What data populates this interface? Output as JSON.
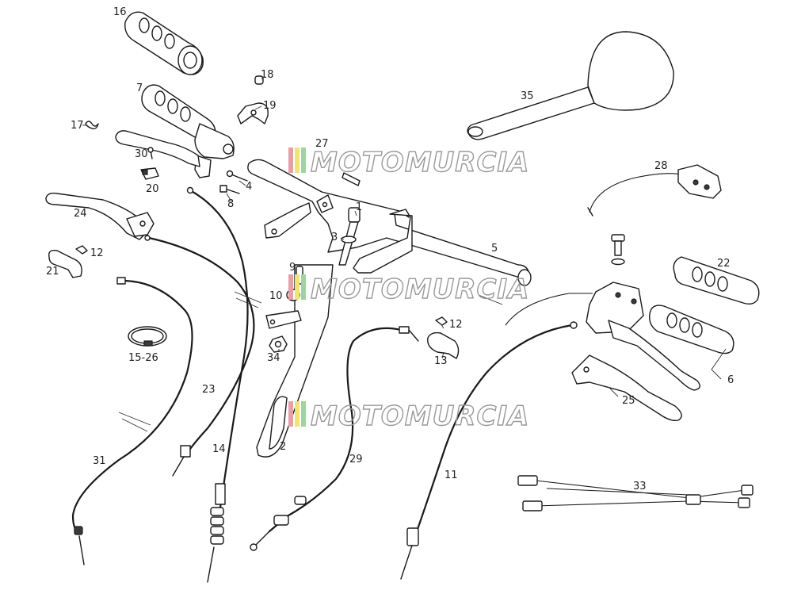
{
  "watermark": {
    "text": "MOTOMURCIA",
    "stripe_colors": [
      "#e8a0a8",
      "#f2e27a",
      "#9fd39f"
    ]
  },
  "callouts": {
    "c16": "16",
    "c7": "7",
    "c18": "18",
    "c19": "19",
    "c17": "17",
    "c30": "30",
    "c20": "20",
    "c4": "4",
    "c8": "8",
    "c27": "27",
    "c1": "1",
    "c3": "3",
    "c5": "5",
    "c35": "35",
    "c28": "28",
    "c24": "24",
    "c12a": "12",
    "c21": "21",
    "c9": "9",
    "c10": "10",
    "c34": "34",
    "c12b": "12",
    "c13": "13",
    "c22": "22",
    "c6": "6",
    "c25": "25",
    "c15_26": "15-26",
    "c23": "23",
    "c14": "14",
    "c2": "2",
    "c29": "29",
    "c11": "11",
    "c31": "31",
    "c33": "33"
  }
}
